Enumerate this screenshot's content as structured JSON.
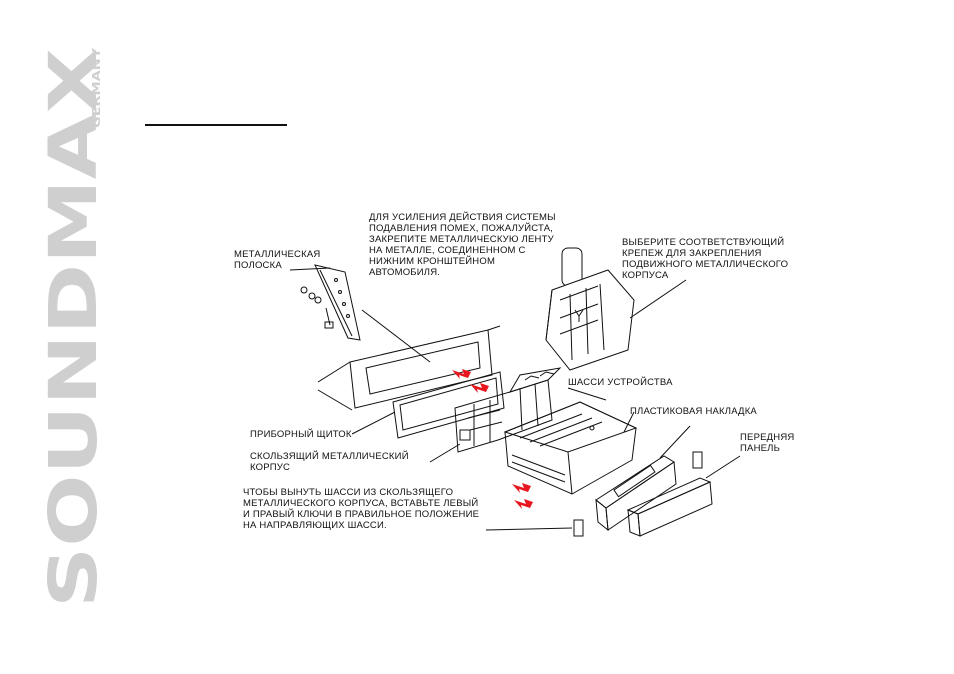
{
  "brand": {
    "logo_text": "SOUNDMAX",
    "sub_text": "GERMANY"
  },
  "labels": {
    "strip_note": "ДЛЯ УСИЛЕНИЯ ДЕЙСТВИЯ СИСТЕМЫ\nПОДАВЛЕНИЯ ПОМЕХ, ПОЖАЛУЙСТА,\nЗАКРЕПИТЕ МЕТАЛЛИЧЕСКУЮ ЛЕНТУ\nНА МЕТАЛЛЕ, СОЕДИНЕННОМ С\nНИЖНИМ КРОНШТЕЙНОМ\nАВТОМОБИЛЯ.",
    "metal_strip": "МЕТАЛЛИЧЕСКАЯ\nПОЛОСКА",
    "fastener_note": "ВЫБЕРИТЕ СООТВЕТСТВУЮЩИЙ\nКРЕПЕЖ ДЛЯ ЗАКРЕПЛЕНИЯ\nПОДВИЖНОГО МЕТАЛЛИЧЕСКОГО\nКОРПУСА",
    "chassis": "ШАССИ УСТРОЙСТВА",
    "plastic_trim": "ПЛАСТИКОВАЯ НАКЛАДКА",
    "front_panel": "ПЕРЕДНЯЯ\nПАНЕЛЬ",
    "dashboard": "ПРИБОРНЫЙ ЩИТОК",
    "sliding_case": "СКОЛЬЗЯЩИЙ МЕТАЛЛИЧЕСКИЙ\nКОРПУС",
    "removal_note": "ЧТОБЫ ВЫНУТЬ ШАССИ ИЗ СКОЛЬЗЯЩЕГО\nМЕТАЛЛИЧЕСКОГО КОРПУСА, ВСТАВЬТЕ ЛЕВЫЙ\nИ ПРАВЫЙ КЛЮЧИ В ПРАВИЛЬНОЕ ПОЛОЖЕНИЕ\nНА НАПРАВЛЯЮЩИХ ШАССИ."
  },
  "colors": {
    "arrow": "#e8171f",
    "ink": "#111111",
    "brand_gray": "#cfcfcf"
  }
}
